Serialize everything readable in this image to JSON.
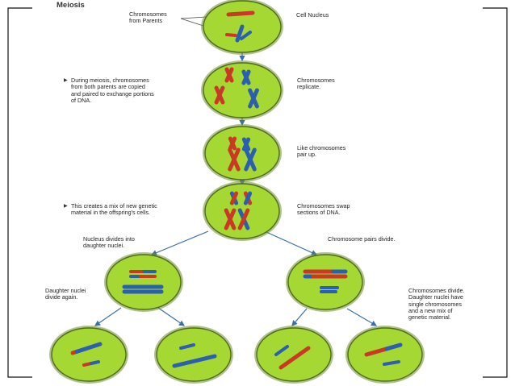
{
  "title": "Meiosis",
  "labels": {
    "chromosomes_from_parents": "Chromosomes\nfrom Parents",
    "cell_nucleus": "Cell Nucleus",
    "during_meiosis": "During meiosis, chromosomes\nfrom both parents are copied\nand paired to exchange portions\nof DNA.",
    "replicate": "Chromosomes\nreplicate.",
    "pair_up": "Like chromosomes\npair up.",
    "mix": "This creates a mix of new genetic\nmaterial in the offspring's cells.",
    "swap": "Chromosomes swap\nsections of DNA.",
    "nucleus_divides": "Nucleus divides into\ndaughter nuclei.",
    "pairs_divide": "Chromosome pairs divide.",
    "divide_again": "Daughter nuclei\ndivide again.",
    "final": "Chromosomes divide.\nDaughter nuclei have\nsingle chromosomes\nand a new mix of\ngenetic material."
  },
  "colors": {
    "cell_fill": "#a6d834",
    "cell_border": "#4d6b1c",
    "maternal": "#c93a25",
    "paternal": "#2b5fb0",
    "arrow": "#3a6fa8"
  }
}
